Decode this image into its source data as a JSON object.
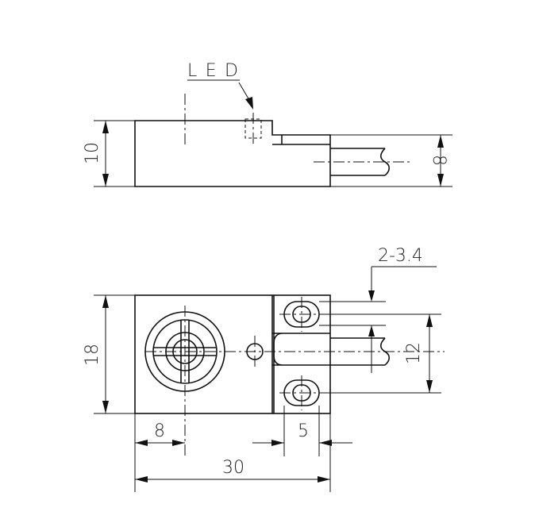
{
  "labels": {
    "led": "LED",
    "hole_spec": "2-3.4"
  },
  "dimensions": {
    "side_height": "10",
    "cable_height": "8",
    "body_height": "18",
    "hole_spacing": "12",
    "sensor_offset": "8",
    "hole_offset": "5",
    "total_length": "30"
  }
}
